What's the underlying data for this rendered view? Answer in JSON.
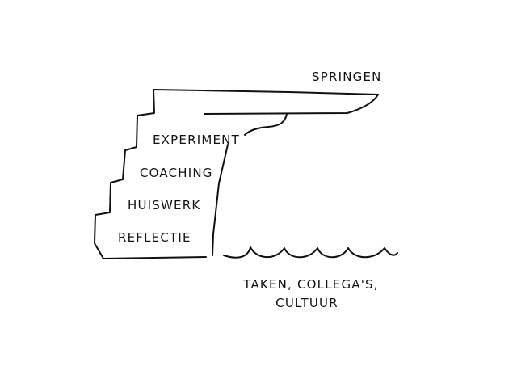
{
  "diagram": {
    "top_label": "SPRINGEN",
    "steps": [
      "EXPERIMENT",
      "COACHING",
      "HUISWERK",
      "REFLECTIE"
    ],
    "water_label_line1": "TAKEN, COLLEGA'S,",
    "water_label_line2": "CULTUUR"
  },
  "colors": {
    "ink": "#111111",
    "background": "#ffffff"
  }
}
